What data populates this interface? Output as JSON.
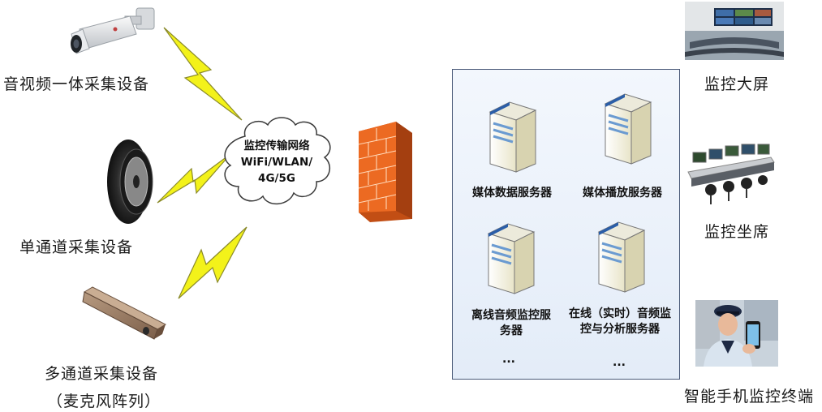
{
  "devices": {
    "av_integrated": "音视频一体采集设备",
    "single_channel": "单通道采集设备",
    "multi_channel": "多通道采集设备",
    "multi_channel_sub": "（麦克风阵列）"
  },
  "network": {
    "line1": "监控传输网络",
    "line2": "WiFi/WLAN/",
    "line3": "4G/5G"
  },
  "servers": {
    "media_data": "媒体数据服务器",
    "media_play": "媒体播放服务器",
    "offline_audio_1": "离线音频监控服",
    "offline_audio_2": "务器",
    "online_audio_1": "在线（实时）音频监",
    "online_audio_2": "控与分析服务器",
    "more_left": "...",
    "more_right": "..."
  },
  "terminals": {
    "big_screen": "监控大屏",
    "seat": "监控坐席",
    "mobile": "智能手机监控终端"
  },
  "colors": {
    "lightning": "#f3f21a",
    "firewall": "#e8651e",
    "panel_border": "#4a5a78"
  }
}
